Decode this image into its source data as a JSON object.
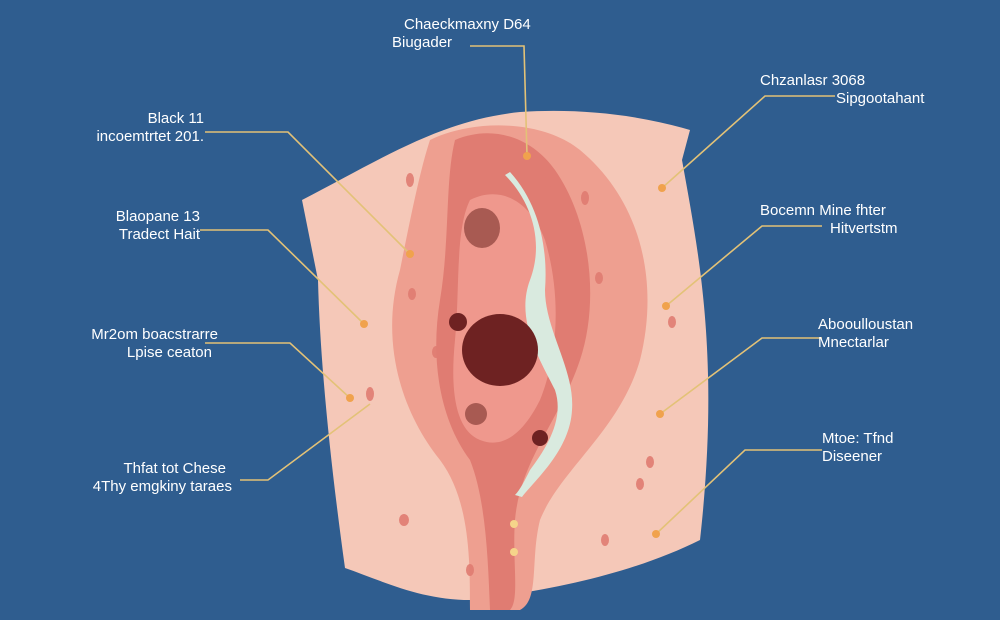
{
  "colors": {
    "background": "#2f5d8f",
    "leader_line": "#e3c277",
    "tissue_light": "#f5c8b8",
    "tissue_mid": "#ee9f90",
    "tissue_deep": "#e07c72",
    "lesion_dark": "#6e2222",
    "channel": "#d9eadf"
  },
  "labels": {
    "top": {
      "line1": "Chaeckmaxny D64",
      "line2": "Biugader"
    },
    "right1": {
      "line1": "Chzanlasr 3068",
      "line2": "Sipgootahant"
    },
    "left1": {
      "line1": "Black 11",
      "line2": "incoemtrtet 201."
    },
    "left2": {
      "line1": "Blaopane 13",
      "line2": "Tradect Hait"
    },
    "right2": {
      "line1": "Bocemn  Mine fhter",
      "line2": "Hitvertstm"
    },
    "left3": {
      "line1": "Mr2om boacstrarre",
      "line2": "Lpise ceaton"
    },
    "right3": {
      "line1": "Abooulloustan",
      "line2": "Mnectarlar"
    },
    "left4": {
      "line1": "Thfat tot Chese",
      "line2": "4Thy emgkiny taraes"
    },
    "right4": {
      "line1": "Mtoe: Tfnd",
      "line2": "Diseener"
    }
  }
}
